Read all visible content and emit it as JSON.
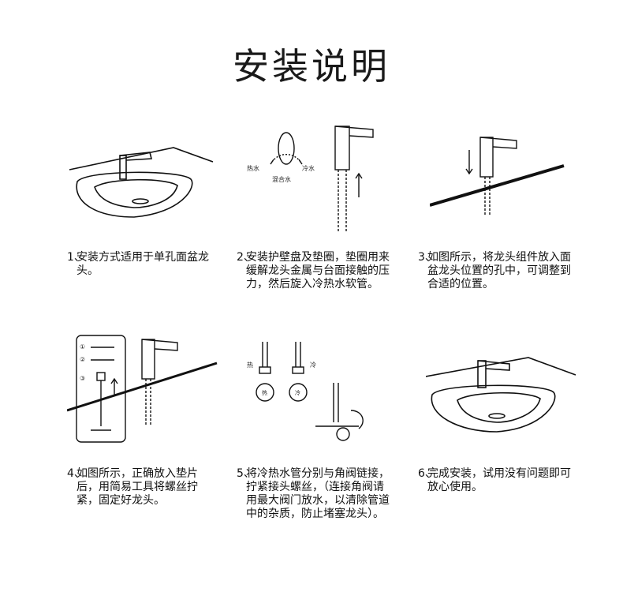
{
  "title": "安装说明",
  "steps": [
    {
      "num": "1、",
      "text": "安装方式适用于单孔面盆龙头。"
    },
    {
      "num": "2、",
      "text": "安装护壁盘及垫圈，垫圈用来缓解龙头金属与台面接触的压力，然后旋入冷热水软管。",
      "labels": {
        "hot": "热水",
        "cold": "冷水",
        "mix": "混合水"
      }
    },
    {
      "num": "3、",
      "text": "如图所示，将龙头组件放入面盆龙头位置的孔中，可调整到合适的位置。"
    },
    {
      "num": "4、",
      "text": "如图所示，正确放入垫片后，用简易工具将螺丝拧紧，固定好龙头。",
      "labels": {
        "c1": "①",
        "c2": "②",
        "c3": "③"
      }
    },
    {
      "num": "5、",
      "text": "将冷热水管分别与角阀链接，拧紧接头螺丝，（连接角阀请用最大阀门放水，以清除管道中的杂质，防止堵塞龙头）。",
      "labels": {
        "hot": "热",
        "cold": "冷",
        "hot_valve": "热",
        "cold_valve": "冷"
      }
    },
    {
      "num": "6、",
      "text": "完成安装，试用没有问题即可放心使用。"
    }
  ]
}
